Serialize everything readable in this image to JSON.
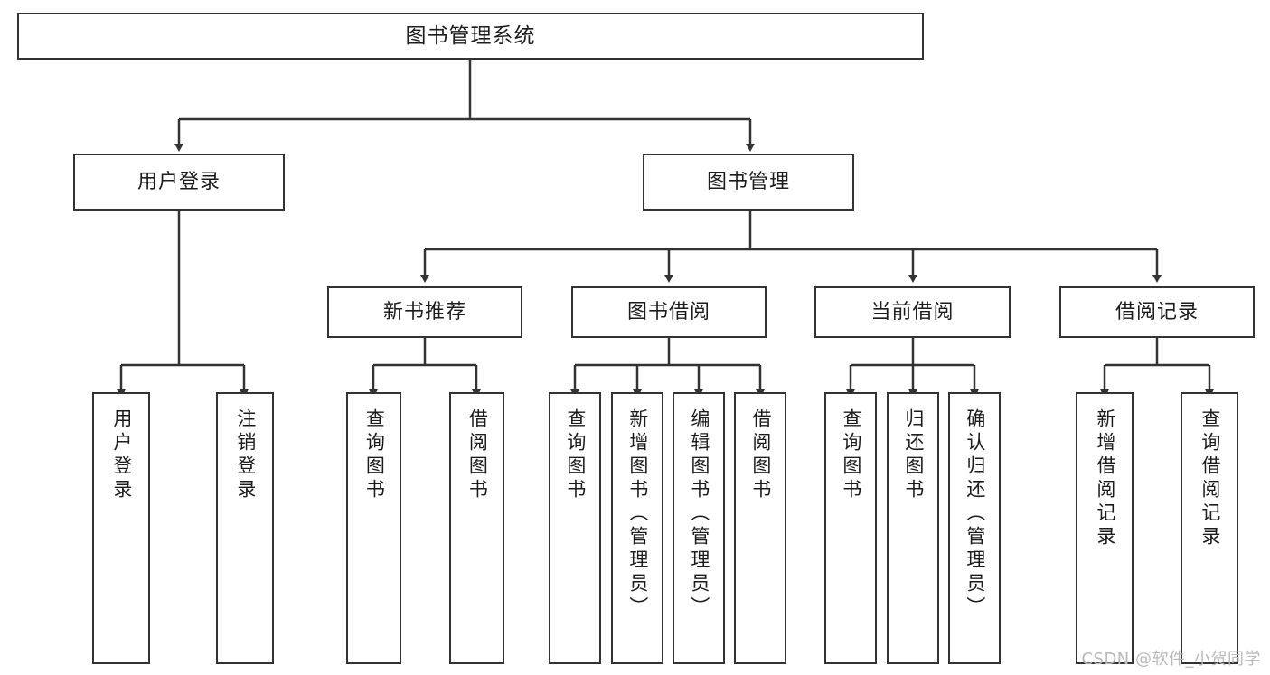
{
  "diagram": {
    "title": "图书管理系统",
    "type": "tree-hierarchy",
    "watermark": "CSDN @软件_小贺同学",
    "colors": {
      "box_border": "#333333",
      "box_fill": "#ffffff",
      "connector": "#333333",
      "text": "#1c1c1c",
      "watermark": "#b9b9b9"
    }
  },
  "nodes": {
    "root": {
      "label": "图书管理系统"
    },
    "level2": [
      {
        "id": "user-login",
        "label": "用户登录"
      },
      {
        "id": "book-manage",
        "label": "图书管理"
      }
    ],
    "level3": [
      {
        "id": "new-book-recommend",
        "label": "新书推荐"
      },
      {
        "id": "book-borrow",
        "label": "图书借阅"
      },
      {
        "id": "current-borrow",
        "label": "当前借阅"
      },
      {
        "id": "borrow-record",
        "label": "借阅记录"
      }
    ],
    "leaves": {
      "user-login": [
        {
          "id": "leaf-user-login",
          "label": "用户登录"
        },
        {
          "id": "leaf-logout-login",
          "label": "注销登录"
        }
      ],
      "new-book-recommend": [
        {
          "id": "leaf-query-book-1",
          "label": "查询图书"
        },
        {
          "id": "leaf-borrow-book-1",
          "label": "借阅图书"
        }
      ],
      "book-borrow": [
        {
          "id": "leaf-query-book-2",
          "label": "查询图书"
        },
        {
          "id": "leaf-add-book",
          "label": "新增图书（管理员）"
        },
        {
          "id": "leaf-edit-book",
          "label": "编辑图书（管理员）"
        },
        {
          "id": "leaf-borrow-book-2",
          "label": "借阅图书"
        }
      ],
      "current-borrow": [
        {
          "id": "leaf-query-book-3",
          "label": "查询图书"
        },
        {
          "id": "leaf-return-book",
          "label": "归还图书"
        },
        {
          "id": "leaf-confirm-return",
          "label": "确认归还（管理员）"
        }
      ],
      "borrow-record": [
        {
          "id": "leaf-add-record",
          "label": "新增借阅记录"
        },
        {
          "id": "leaf-query-record",
          "label": "查询借阅记录"
        }
      ]
    }
  }
}
